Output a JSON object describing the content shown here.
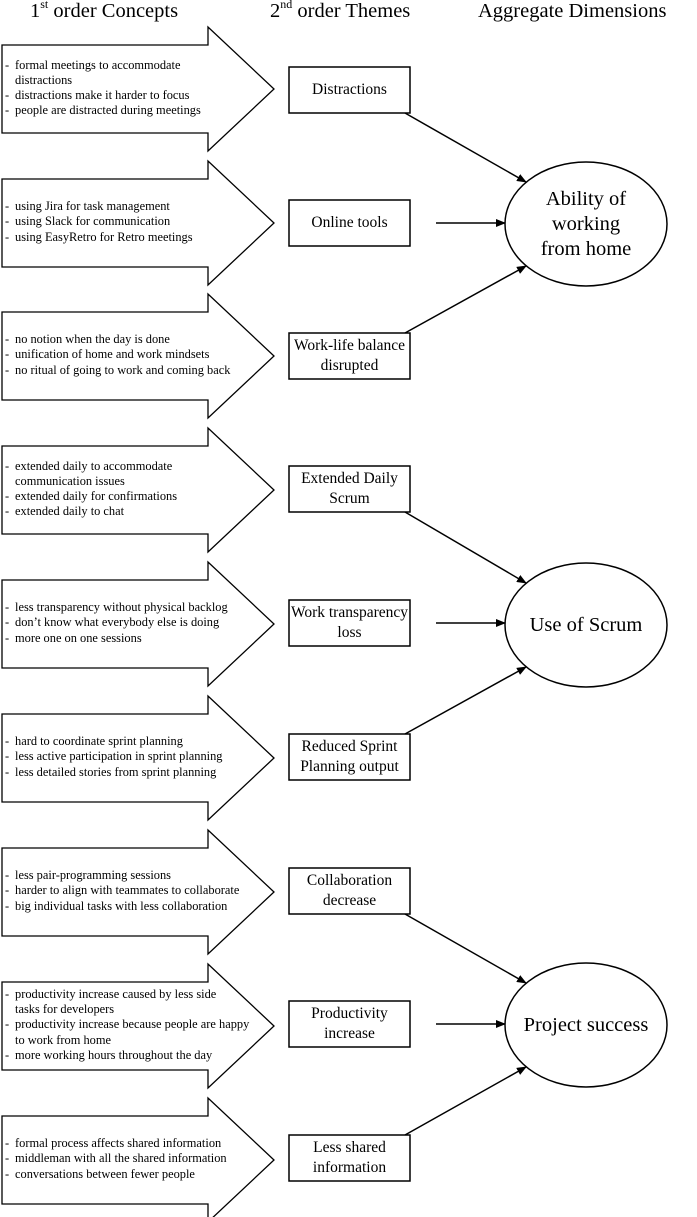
{
  "headers": {
    "concepts_num": "1",
    "concepts_sup": "st",
    "concepts_rest": " order Concepts",
    "themes_num": "2",
    "themes_sup": "nd",
    "themes_rest": " order Themes",
    "dimensions": "Aggregate Dimensions"
  },
  "dimensions": [
    {
      "id": "ability",
      "label": "Ability of working from home",
      "lines": [
        "Ability of",
        "working",
        "from home"
      ]
    },
    {
      "id": "scrum",
      "label": "Use of Scrum",
      "lines": [
        "Use of Scrum"
      ]
    },
    {
      "id": "success",
      "label": "Project success",
      "lines": [
        "Project success"
      ]
    }
  ],
  "rows": [
    {
      "dimension": "ability",
      "theme_lines": [
        "Distractions"
      ],
      "concepts": [
        [
          "formal meetings to accommodate",
          "distractions"
        ],
        [
          "distractions make it harder to focus"
        ],
        [
          "people are distracted during meetings"
        ]
      ]
    },
    {
      "dimension": "ability",
      "theme_lines": [
        "Online tools"
      ],
      "concepts": [
        [
          "using Jira for task management"
        ],
        [
          "using Slack for communication"
        ],
        [
          "using EasyRetro for Retro meetings"
        ]
      ]
    },
    {
      "dimension": "ability",
      "theme_lines": [
        "Work-life balance",
        "disrupted"
      ],
      "concepts": [
        [
          "no notion when the day is done"
        ],
        [
          "unification of home and work mindsets"
        ],
        [
          "no ritual of going to work and coming back"
        ]
      ]
    },
    {
      "dimension": "scrum",
      "theme_lines": [
        "Extended Daily",
        "Scrum"
      ],
      "concepts": [
        [
          "extended daily to accommodate",
          "communication issues"
        ],
        [
          "extended daily for confirmations"
        ],
        [
          "extended daily to chat"
        ]
      ]
    },
    {
      "dimension": "scrum",
      "theme_lines": [
        "Work transparency",
        "loss"
      ],
      "concepts": [
        [
          "less transparency without physical backlog"
        ],
        [
          "don’t know what everybody else is doing"
        ],
        [
          "more one on one sessions"
        ]
      ]
    },
    {
      "dimension": "scrum",
      "theme_lines": [
        "Reduced Sprint",
        "Planning output"
      ],
      "concepts": [
        [
          "hard to coordinate sprint planning"
        ],
        [
          "less active participation in sprint planning"
        ],
        [
          "less detailed stories from sprint planning"
        ]
      ]
    },
    {
      "dimension": "success",
      "theme_lines": [
        "Collaboration",
        "decrease"
      ],
      "concepts": [
        [
          "less pair-programming sessions"
        ],
        [
          "harder to align with teammates to collaborate"
        ],
        [
          "big individual tasks with less collaboration"
        ]
      ]
    },
    {
      "dimension": "success",
      "theme_lines": [
        "Productivity",
        "increase"
      ],
      "concepts": [
        [
          "productivity increase caused by less side",
          "tasks for developers"
        ],
        [
          "productivity increase because people are happy",
          "to work from home"
        ],
        [
          "more working hours throughout the day"
        ]
      ]
    },
    {
      "dimension": "success",
      "theme_lines": [
        "Less shared",
        "information"
      ],
      "concepts": [
        [
          "formal process affects shared information"
        ],
        [
          "middleman with all the shared information"
        ],
        [
          "conversations between fewer people"
        ]
      ]
    }
  ]
}
